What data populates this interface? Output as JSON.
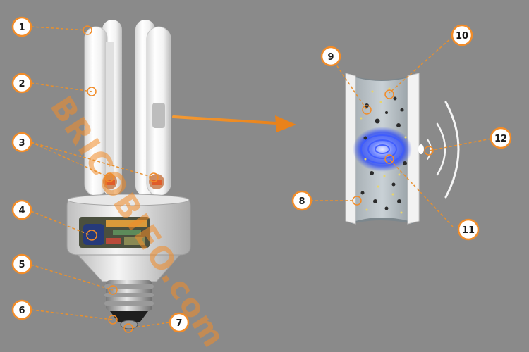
{
  "watermark": "BRICOBIEO.com",
  "colors": {
    "background": "#8a8a8a",
    "accent": "#f28c28",
    "leader": "#e8902e",
    "badge_fill": "#ffffff",
    "plasma": "#3a5cff"
  },
  "callouts": [
    {
      "id": 1,
      "label": "1"
    },
    {
      "id": 2,
      "label": "2"
    },
    {
      "id": 3,
      "label": "3"
    },
    {
      "id": 4,
      "label": "4"
    },
    {
      "id": 5,
      "label": "5"
    },
    {
      "id": 6,
      "label": "6"
    },
    {
      "id": 7,
      "label": "7"
    },
    {
      "id": 8,
      "label": "8"
    },
    {
      "id": 9,
      "label": "9"
    },
    {
      "id": 10,
      "label": "10"
    },
    {
      "id": 11,
      "label": "11"
    },
    {
      "id": 12,
      "label": "12"
    }
  ]
}
